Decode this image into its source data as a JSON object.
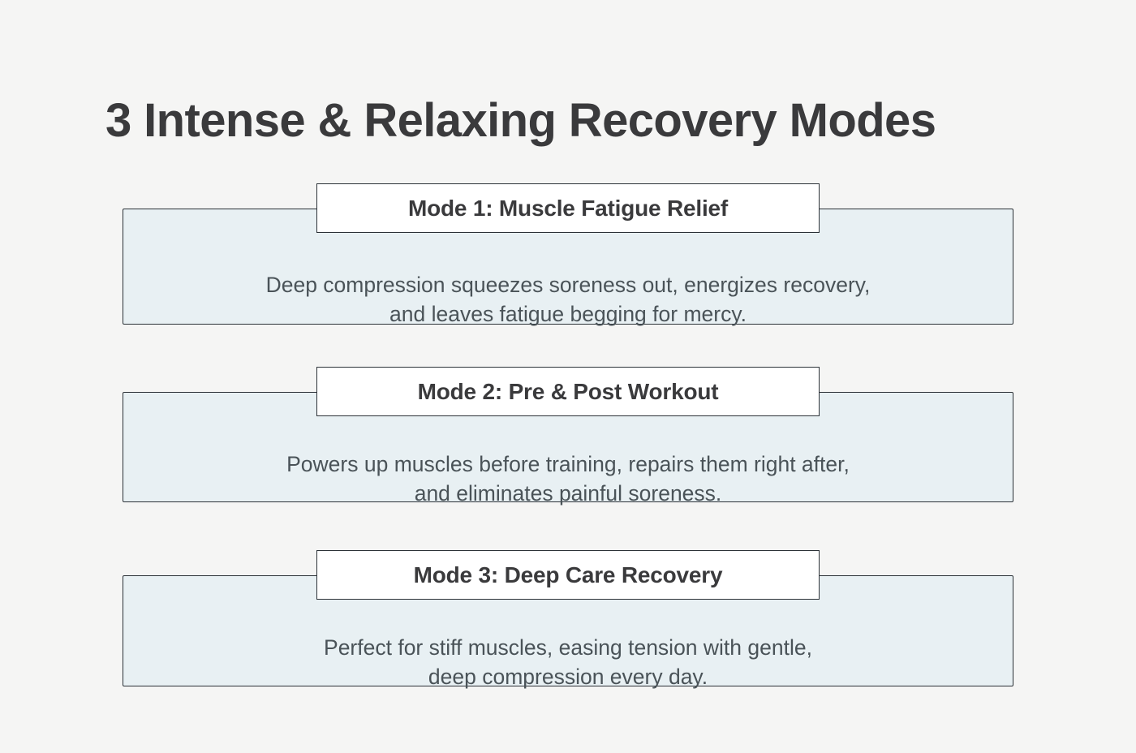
{
  "page": {
    "background_color": "#f5f5f4",
    "title": "3 Intense & Relaxing Recovery Modes",
    "title_color": "#3a3a3c"
  },
  "theme": {
    "card_fill": "#e8f0f3",
    "card_border": "#2b3137",
    "badge_fill": "#ffffff",
    "body_text_color": "#4a5358"
  },
  "modes": [
    {
      "badge_label": "Mode 1: Muscle Fatigue Relief",
      "body": "Deep compression squeezes soreness out, energizes recovery,\nand leaves fatigue begging for mercy."
    },
    {
      "badge_label": "Mode 2: Pre & Post Workout",
      "body": "Powers up muscles before training, repairs them right after,\nand eliminates painful soreness."
    },
    {
      "badge_label": "Mode 3: Deep Care Recovery",
      "body": "Perfect for stiff muscles, easing tension with gentle,\ndeep compression every day."
    }
  ]
}
